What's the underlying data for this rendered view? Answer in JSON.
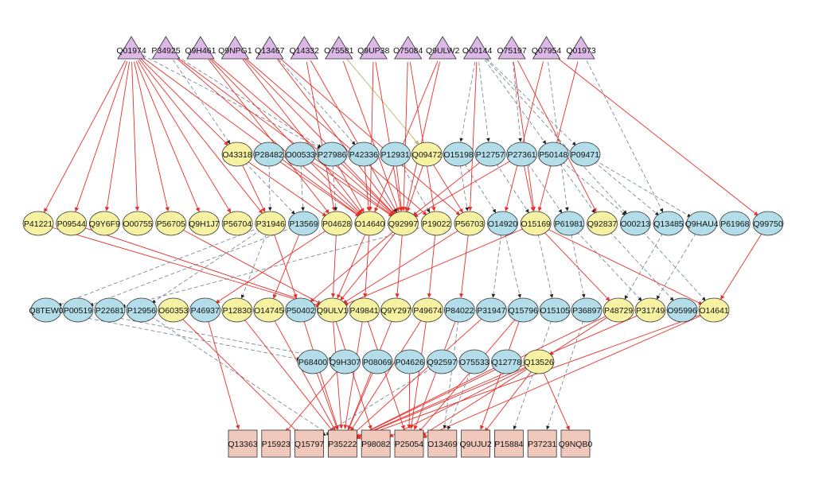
{
  "diagram": {
    "colors": {
      "triangle": "#dcb8e6",
      "yellow": "#f6f2a2",
      "blue": "#b3dde8",
      "square": "#f0c9bc",
      "outline": "#333333",
      "edge_red": "#e8302b",
      "edge_gray": "#6b7f93",
      "edge_olive": "#b4b86a"
    },
    "rows": [
      {
        "shape": "triangle",
        "nodes": [
          {
            "id": "Q01974",
            "c": "triangle"
          },
          {
            "id": "P34925",
            "c": "triangle"
          },
          {
            "id": "Q9H461",
            "c": "triangle"
          },
          {
            "id": "Q9NPG1",
            "c": "triangle"
          },
          {
            "id": "Q13467",
            "c": "triangle"
          },
          {
            "id": "Q14332",
            "c": "triangle"
          },
          {
            "id": "O75581",
            "c": "triangle"
          },
          {
            "id": "Q9UP38",
            "c": "triangle"
          },
          {
            "id": "O75084",
            "c": "triangle"
          },
          {
            "id": "Q9ULW2",
            "c": "triangle"
          },
          {
            "id": "O00144",
            "c": "triangle"
          },
          {
            "id": "O75197",
            "c": "triangle"
          },
          {
            "id": "Q07954",
            "c": "triangle"
          },
          {
            "id": "Q01973",
            "c": "triangle"
          }
        ]
      },
      {
        "shape": "ellipse",
        "nodes": [
          {
            "id": "O43318",
            "c": "yellow"
          },
          {
            "id": "P28482",
            "c": "blue"
          },
          {
            "id": "O00533",
            "c": "blue"
          },
          {
            "id": "P27986",
            "c": "blue"
          },
          {
            "id": "P42336",
            "c": "blue"
          },
          {
            "id": "P12931",
            "c": "blue"
          },
          {
            "id": "Q09472",
            "c": "yellow"
          },
          {
            "id": "O15198",
            "c": "blue"
          },
          {
            "id": "P12757",
            "c": "blue"
          },
          {
            "id": "P27361",
            "c": "blue"
          },
          {
            "id": "P50148",
            "c": "blue"
          },
          {
            "id": "P09471",
            "c": "blue"
          }
        ]
      },
      {
        "shape": "ellipse",
        "nodes": [
          {
            "id": "P41221",
            "c": "yellow"
          },
          {
            "id": "P09544",
            "c": "yellow"
          },
          {
            "id": "Q9Y6F9",
            "c": "yellow"
          },
          {
            "id": "O00755",
            "c": "yellow"
          },
          {
            "id": "P56705",
            "c": "yellow"
          },
          {
            "id": "Q9H1J7",
            "c": "yellow"
          },
          {
            "id": "P56704",
            "c": "yellow"
          },
          {
            "id": "P31946",
            "c": "yellow"
          },
          {
            "id": "P13569",
            "c": "blue"
          },
          {
            "id": "P04628",
            "c": "yellow"
          },
          {
            "id": "O14640",
            "c": "yellow"
          },
          {
            "id": "Q92997",
            "c": "yellow"
          },
          {
            "id": "P19022",
            "c": "yellow"
          },
          {
            "id": "P56703",
            "c": "yellow"
          },
          {
            "id": "O14920",
            "c": "blue"
          },
          {
            "id": "O15169",
            "c": "yellow"
          },
          {
            "id": "P61981",
            "c": "blue"
          },
          {
            "id": "Q92837",
            "c": "yellow"
          },
          {
            "id": "O00213",
            "c": "blue"
          },
          {
            "id": "Q13485",
            "c": "blue"
          },
          {
            "id": "Q9HAU4",
            "c": "blue"
          },
          {
            "id": "P61968",
            "c": "blue"
          },
          {
            "id": "Q99750",
            "c": "blue"
          }
        ]
      },
      {
        "shape": "ellipse",
        "nodes": [
          {
            "id": "Q8TEW0",
            "c": "blue"
          },
          {
            "id": "P00519",
            "c": "blue"
          },
          {
            "id": "P22681",
            "c": "blue"
          },
          {
            "id": "P12956",
            "c": "blue"
          },
          {
            "id": "O60353",
            "c": "yellow"
          },
          {
            "id": "P46937",
            "c": "blue"
          },
          {
            "id": "P12830",
            "c": "yellow"
          },
          {
            "id": "O14745",
            "c": "yellow"
          },
          {
            "id": "P50402",
            "c": "blue"
          },
          {
            "id": "Q9ULV1",
            "c": "yellow"
          },
          {
            "id": "P49841",
            "c": "yellow"
          },
          {
            "id": "Q9Y297",
            "c": "yellow"
          },
          {
            "id": "P49674",
            "c": "yellow"
          },
          {
            "id": "P84022",
            "c": "blue"
          },
          {
            "id": "P31947",
            "c": "blue"
          },
          {
            "id": "Q15796",
            "c": "blue"
          },
          {
            "id": "O15105",
            "c": "blue"
          },
          {
            "id": "P36897",
            "c": "blue"
          },
          {
            "id": "P48729",
            "c": "yellow"
          },
          {
            "id": "P31749",
            "c": "yellow"
          },
          {
            "id": "O95996",
            "c": "blue"
          },
          {
            "id": "O14641",
            "c": "yellow"
          }
        ]
      },
      {
        "shape": "ellipse",
        "nodes": [
          {
            "id": "P68400",
            "c": "blue"
          },
          {
            "id": "Q9H307",
            "c": "blue"
          },
          {
            "id": "P08069",
            "c": "blue"
          },
          {
            "id": "P04626",
            "c": "blue"
          },
          {
            "id": "Q92597",
            "c": "blue"
          },
          {
            "id": "O75533",
            "c": "blue"
          },
          {
            "id": "Q12778",
            "c": "blue"
          },
          {
            "id": "Q13526",
            "c": "yellow"
          }
        ]
      },
      {
        "shape": "square",
        "nodes": [
          {
            "id": "Q13363",
            "c": "square"
          },
          {
            "id": "P15923",
            "c": "square"
          },
          {
            "id": "Q15797",
            "c": "square"
          },
          {
            "id": "P35222",
            "c": "square"
          },
          {
            "id": "P98082",
            "c": "square"
          },
          {
            "id": "P25054",
            "c": "square"
          },
          {
            "id": "O13469",
            "c": "square"
          },
          {
            "id": "Q9UJU2",
            "c": "square"
          },
          {
            "id": "P15884",
            "c": "square"
          },
          {
            "id": "P37231",
            "c": "square"
          },
          {
            "id": "Q9NQB0",
            "c": "square"
          }
        ]
      }
    ],
    "edges": [
      [
        "Q01974",
        "P41221",
        "red"
      ],
      [
        "Q01974",
        "P09544",
        "red"
      ],
      [
        "Q01974",
        "Q9Y6F9",
        "red"
      ],
      [
        "Q01974",
        "O00755",
        "red"
      ],
      [
        "Q01974",
        "P56705",
        "red"
      ],
      [
        "Q01974",
        "Q9H1J7",
        "red"
      ],
      [
        "Q01974",
        "P56704",
        "red"
      ],
      [
        "Q01974",
        "P31946",
        "red"
      ],
      [
        "Q01974",
        "O43318",
        "red"
      ],
      [
        "Q01974",
        "P27986",
        "gray"
      ],
      [
        "Q01974",
        "O14640",
        "red"
      ],
      [
        "P34925",
        "P27986",
        "gray"
      ],
      [
        "P34925",
        "O14640",
        "red"
      ],
      [
        "P34925",
        "Q92997",
        "red"
      ],
      [
        "P34925",
        "O43318",
        "gray"
      ],
      [
        "Q9H461",
        "P04628",
        "red"
      ],
      [
        "Q9H461",
        "O14640",
        "red"
      ],
      [
        "Q9H461",
        "Q92997",
        "red"
      ],
      [
        "Q9NPG1",
        "O14640",
        "red"
      ],
      [
        "Q9NPG1",
        "Q92997",
        "red"
      ],
      [
        "Q9NPG1",
        "P19022",
        "red"
      ],
      [
        "Q13467",
        "Q92997",
        "red"
      ],
      [
        "Q13467",
        "P56703",
        "red"
      ],
      [
        "Q13467",
        "P42336",
        "gray"
      ],
      [
        "Q14332",
        "Q92997",
        "red"
      ],
      [
        "Q14332",
        "P04628",
        "red"
      ],
      [
        "O75581",
        "Q92997",
        "red"
      ],
      [
        "O75581",
        "Q09472",
        "olive"
      ],
      [
        "Q9UP38",
        "Q92997",
        "red"
      ],
      [
        "Q9UP38",
        "O14640",
        "red"
      ],
      [
        "O75084",
        "Q92997",
        "red"
      ],
      [
        "O75084",
        "P19022",
        "red"
      ],
      [
        "Q9ULW2",
        "Q92997",
        "red"
      ],
      [
        "Q9ULW2",
        "O14640",
        "red"
      ],
      [
        "O00144",
        "P56703",
        "red"
      ],
      [
        "O00144",
        "O15198",
        "gray"
      ],
      [
        "O00144",
        "P12757",
        "gray"
      ],
      [
        "O00144",
        "P50148",
        "gray"
      ],
      [
        "O00144",
        "P09471",
        "gray"
      ],
      [
        "O00144",
        "O00213",
        "gray"
      ],
      [
        "O75197",
        "O15169",
        "red"
      ],
      [
        "O75197",
        "P27361",
        "gray"
      ],
      [
        "O75197",
        "Q92837",
        "red"
      ],
      [
        "Q07954",
        "P61981",
        "gray"
      ],
      [
        "Q07954",
        "O14920",
        "red"
      ],
      [
        "Q07954",
        "Q99750",
        "red"
      ],
      [
        "Q01973",
        "O15169",
        "red"
      ],
      [
        "Q01973",
        "Q13485",
        "gray"
      ],
      [
        "O43318",
        "P13569",
        "gray"
      ],
      [
        "O43318",
        "P04628",
        "red"
      ],
      [
        "O43318",
        "P31946",
        "red"
      ],
      [
        "P28482",
        "P31946",
        "gray"
      ],
      [
        "P28482",
        "O14640",
        "red"
      ],
      [
        "O00533",
        "P13569",
        "gray"
      ],
      [
        "O00533",
        "Q92997",
        "red"
      ],
      [
        "P27986",
        "O14640",
        "red"
      ],
      [
        "P27986",
        "Q92997",
        "red"
      ],
      [
        "P27986",
        "P04628",
        "gray"
      ],
      [
        "P42336",
        "O14640",
        "red"
      ],
      [
        "P42336",
        "Q92997",
        "gray"
      ],
      [
        "P12931",
        "Q92997",
        "red"
      ],
      [
        "P12931",
        "P19022",
        "gray"
      ],
      [
        "Q09472",
        "P56703",
        "red"
      ],
      [
        "Q09472",
        "Q92997",
        "red"
      ],
      [
        "O15198",
        "P56703",
        "gray"
      ],
      [
        "O15198",
        "O14920",
        "gray"
      ],
      [
        "P12757",
        "Q92997",
        "red"
      ],
      [
        "P12757",
        "O15169",
        "gray"
      ],
      [
        "P27361",
        "O15169",
        "red"
      ],
      [
        "P27361",
        "P61981",
        "gray"
      ],
      [
        "P27361",
        "Q92997",
        "red"
      ],
      [
        "P50148",
        "Q92837",
        "gray"
      ],
      [
        "P50148",
        "O00213",
        "gray"
      ],
      [
        "P09471",
        "Q13485",
        "gray"
      ],
      [
        "P09471",
        "Q9HAU4",
        "gray"
      ],
      [
        "P41221",
        "Q9ULV1",
        "red"
      ],
      [
        "P09544",
        "Q9ULV1",
        "red"
      ],
      [
        "P56705",
        "Q9ULV1",
        "red"
      ],
      [
        "P31946",
        "P50402",
        "red"
      ],
      [
        "P31946",
        "P12830",
        "gray"
      ],
      [
        "P31946",
        "P12956",
        "gray"
      ],
      [
        "P31946",
        "Q8TEW0",
        "gray"
      ],
      [
        "P13569",
        "O14745",
        "red"
      ],
      [
        "P13569",
        "P00519",
        "gray"
      ],
      [
        "P04628",
        "Q9ULV1",
        "red"
      ],
      [
        "P04628",
        "P46937",
        "red"
      ],
      [
        "O14640",
        "Q9ULV1",
        "red"
      ],
      [
        "O14640",
        "P49841",
        "red"
      ],
      [
        "Q92997",
        "Q9ULV1",
        "red"
      ],
      [
        "Q92997",
        "Q9Y297",
        "red"
      ],
      [
        "Q92997",
        "P50402",
        "red"
      ],
      [
        "P19022",
        "P49674",
        "red"
      ],
      [
        "P19022",
        "P22681",
        "gray"
      ],
      [
        "P56703",
        "Q9ULV1",
        "red"
      ],
      [
        "P56703",
        "P84022",
        "red"
      ],
      [
        "O14920",
        "P31947",
        "gray"
      ],
      [
        "O14920",
        "Q15796",
        "gray"
      ],
      [
        "O15169",
        "Q9ULV1",
        "red"
      ],
      [
        "O15169",
        "O15105",
        "gray"
      ],
      [
        "O15169",
        "P48729",
        "red"
      ],
      [
        "O15169",
        "O14641",
        "red"
      ],
      [
        "P61981",
        "P36897",
        "gray"
      ],
      [
        "P61981",
        "P31749",
        "gray"
      ],
      [
        "Q92837",
        "O95996",
        "gray"
      ],
      [
        "O00213",
        "O14641",
        "gray"
      ],
      [
        "Q13485",
        "P48729",
        "gray"
      ],
      [
        "Q9HAU4",
        "P31749",
        "gray"
      ],
      [
        "Q99750",
        "O14641",
        "red"
      ],
      [
        "Q8TEW0",
        "P68400",
        "gray"
      ],
      [
        "P00519",
        "Q9H307",
        "gray"
      ],
      [
        "P12956",
        "P35222",
        "gray"
      ],
      [
        "O60353",
        "Q15797",
        "red"
      ],
      [
        "P46937",
        "Q13363",
        "red"
      ],
      [
        "P12830",
        "P35222",
        "red"
      ],
      [
        "O14745",
        "P35222",
        "red"
      ],
      [
        "P50402",
        "P35222",
        "red"
      ],
      [
        "Q9ULV1",
        "P35222",
        "red"
      ],
      [
        "Q9ULV1",
        "P98082",
        "red"
      ],
      [
        "P49841",
        "P35222",
        "red"
      ],
      [
        "P49841",
        "P25054",
        "red"
      ],
      [
        "Q9Y297",
        "P35222",
        "red"
      ],
      [
        "P49674",
        "P35222",
        "red"
      ],
      [
        "P49674",
        "P25054",
        "red"
      ],
      [
        "P84022",
        "P25054",
        "red"
      ],
      [
        "P84022",
        "O13469",
        "gray"
      ],
      [
        "P31947",
        "P35222",
        "red"
      ],
      [
        "Q15796",
        "P25054",
        "red"
      ],
      [
        "Q15796",
        "Q9UJU2",
        "red"
      ],
      [
        "O15105",
        "P15884",
        "gray"
      ],
      [
        "P36897",
        "P37231",
        "gray"
      ],
      [
        "P48729",
        "P35222",
        "red"
      ],
      [
        "P48729",
        "Q13526",
        "red"
      ],
      [
        "P31749",
        "P35222",
        "red"
      ],
      [
        "O14641",
        "P35222",
        "red"
      ],
      [
        "O14641",
        "P25054",
        "red"
      ],
      [
        "P68400",
        "P35222",
        "red"
      ],
      [
        "Q9H307",
        "P15923",
        "red"
      ],
      [
        "P08069",
        "P35222",
        "red"
      ],
      [
        "P04626",
        "P25054",
        "red"
      ],
      [
        "Q92597",
        "Q15797",
        "gray"
      ],
      [
        "O75533",
        "O13469",
        "gray"
      ],
      [
        "Q12778",
        "P35222",
        "red"
      ],
      [
        "Q13526",
        "P35222",
        "red"
      ],
      [
        "Q13526",
        "P25054",
        "red"
      ],
      [
        "Q13526",
        "Q9UJU2",
        "red"
      ],
      [
        "Q13526",
        "Q9NQB0",
        "red"
      ],
      [
        "Q13526",
        "P98082",
        "red"
      ]
    ]
  }
}
